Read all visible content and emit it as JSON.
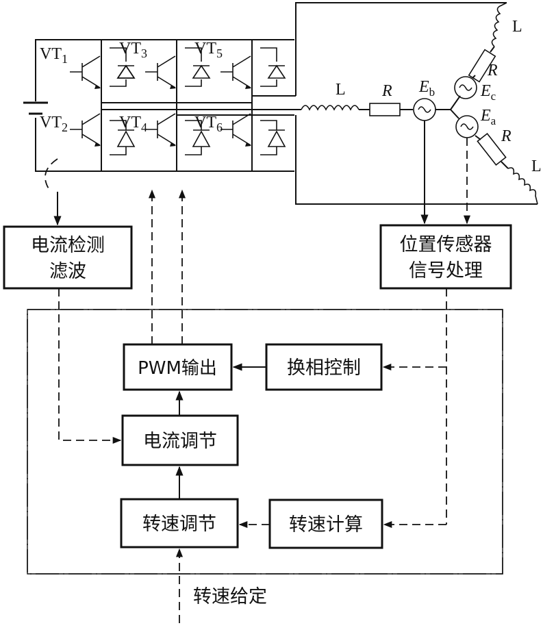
{
  "transistors": {
    "vt": "VT",
    "q1": "1",
    "q2": "2",
    "q3": "3",
    "q4": "4",
    "q5": "5",
    "q6": "6"
  },
  "motor": {
    "inductor": "L",
    "resistor": "R",
    "emf": "E",
    "phase_a": "a",
    "phase_b": "b",
    "phase_c": "c"
  },
  "blocks": {
    "current_sense": [
      "电流检测",
      "滤波"
    ],
    "position_sensor": [
      "位置传感器",
      "信号处理"
    ],
    "pwm_output": "PWM输出",
    "commutation": "换相控制",
    "current_regulation": "电流调节",
    "speed_regulation": "转速调节",
    "speed_calc": "转速计算"
  },
  "input": {
    "speed_reference": "转速给定"
  }
}
